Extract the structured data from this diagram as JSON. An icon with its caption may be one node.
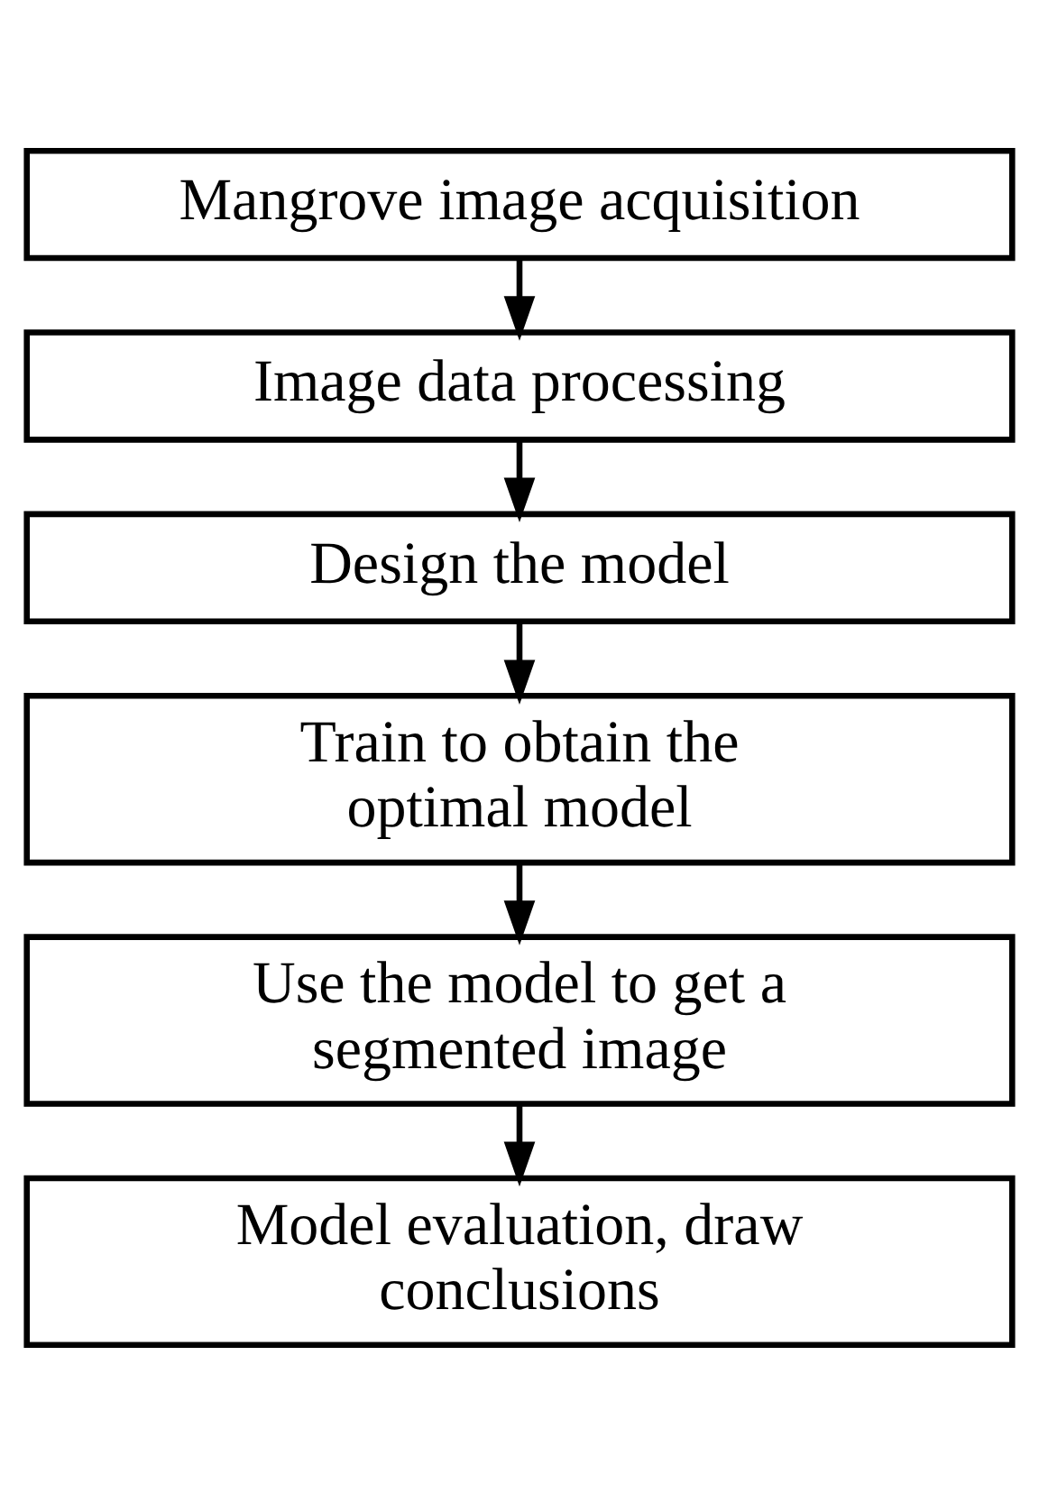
{
  "diagram": {
    "nodes": [
      {
        "text": [
          "Mangrove image acquisition"
        ]
      },
      {
        "text": [
          "Image data processing"
        ]
      },
      {
        "text": [
          "Design the model"
        ]
      },
      {
        "text": [
          "Train to obtain the optimal model"
        ]
      },
      {
        "text": [
          "Use the model to get a segmented image"
        ]
      },
      {
        "text": [
          "Model evaluation, draw conclusions"
        ]
      }
    ],
    "edges": [
      {
        "from": 0,
        "to": 1,
        "arrow": "to"
      },
      {
        "from": 1,
        "to": 2,
        "arrow": "to"
      },
      {
        "from": 2,
        "to": 3,
        "arrow": "to"
      },
      {
        "from": 3,
        "to": 4,
        "arrow": "to"
      },
      {
        "from": 4,
        "to": 5,
        "arrow": "to"
      }
    ]
  }
}
